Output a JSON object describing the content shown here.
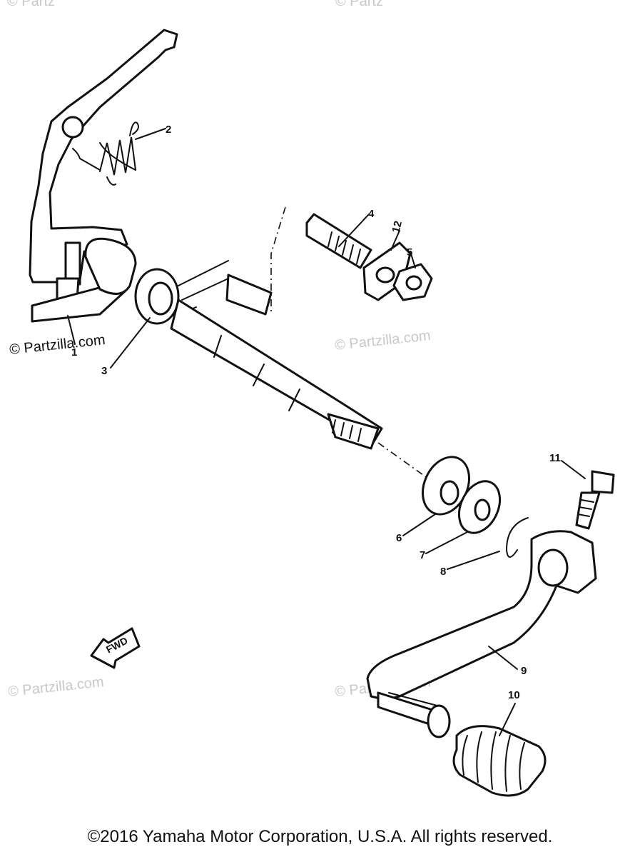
{
  "watermarks": {
    "left_main": "© Partzilla.com",
    "center": "© Partzilla.com",
    "bottom_left": "© Partzilla.com",
    "bottom_center": "© Partzilla.com",
    "top_left_partial": "© Partz",
    "top_center_partial": "© Partz"
  },
  "callouts": {
    "p1": "1",
    "p2": "2",
    "p3": "3",
    "p4": "4",
    "p5": "5",
    "p6": "6",
    "p7": "7",
    "p8": "8",
    "p9": "9",
    "p10": "10",
    "p11": "11",
    "p12": "12"
  },
  "direction_label": "FWD",
  "copyright": "©2016 Yamaha Motor Corporation, U.S.A. All rights reserved."
}
